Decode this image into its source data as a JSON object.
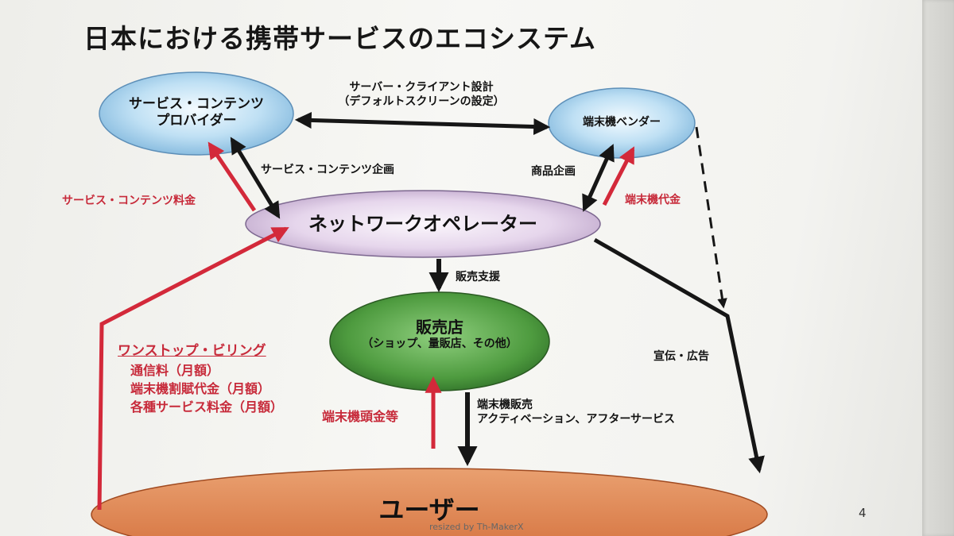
{
  "title": "日本における携帯サービスのエコシステム",
  "nodes": {
    "provider": {
      "line1": "サービス・コンテンツ",
      "line2": "プロバイダー"
    },
    "vendor": {
      "label": "端末機ベンダー"
    },
    "operator": {
      "label": "ネットワークオペレーター"
    },
    "shop": {
      "line1": "販売店",
      "line2": "（ショップ、量販店、その他）"
    },
    "user": {
      "label": "ユーザー"
    }
  },
  "edges": {
    "server_client": {
      "line1": "サーバー・クライアント設計",
      "line2": "（デフォルトスクリーンの設定）"
    },
    "service_planning": "サービス・コンテンツ企画",
    "product_planning": "商品企画",
    "sales_support": "販売支援",
    "advertising": "宣伝・広告",
    "handset_sales": {
      "line1": "端末機販売",
      "line2": "アクティベーション、アフターサービス"
    }
  },
  "money": {
    "content_fee": "サービス・コンテンツ料金",
    "handset_price": "端末機代金",
    "down_payment": "端末機頭金等",
    "billing": {
      "heading": "ワンストップ・ビリング",
      "items": [
        "通信料（月額）",
        "端末機割賦代金（月額）",
        "各種サービス料金（月額）"
      ]
    }
  },
  "page_number": "4",
  "footer": "resized by Th-MakerX",
  "colors": {
    "black_arrow": "#161616",
    "red_arrow": "#d3293a"
  }
}
